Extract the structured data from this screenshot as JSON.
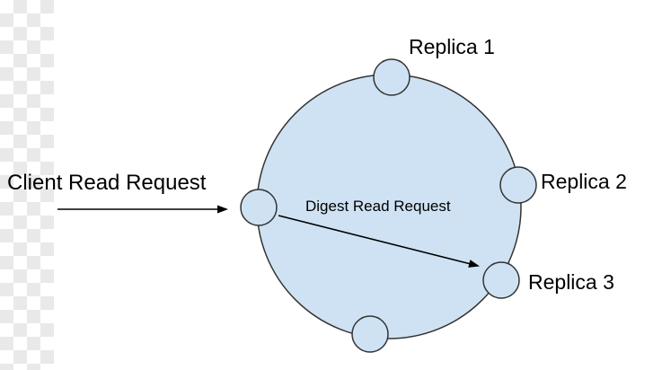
{
  "labels": {
    "client_read_request": "Client Read Request",
    "digest_read_request": "Digest Read Request",
    "replica_1": "Replica 1",
    "replica_2": "Replica 2",
    "replica_3": "Replica 3"
  },
  "colors": {
    "node_fill": "#cfe2f3",
    "stroke": "#333333",
    "arrow": "#000000",
    "text": "#000000",
    "background": "#ffffff",
    "checker_gray": "#e9e9e9"
  },
  "nodes": [
    {
      "id": "coordinator-node",
      "label": ""
    },
    {
      "id": "replica-1-node",
      "label": "Replica 1"
    },
    {
      "id": "replica-2-node",
      "label": "Replica 2"
    },
    {
      "id": "replica-3-node",
      "label": "Replica 3"
    },
    {
      "id": "bottom-node",
      "label": ""
    }
  ],
  "arrows": [
    {
      "id": "client-read-arrow",
      "from": "client",
      "to": "coordinator-node",
      "label": "Client Read Request"
    },
    {
      "id": "digest-read-arrow",
      "from": "coordinator-node",
      "to": "replica-3-node",
      "label": "Digest Read Request"
    }
  ]
}
